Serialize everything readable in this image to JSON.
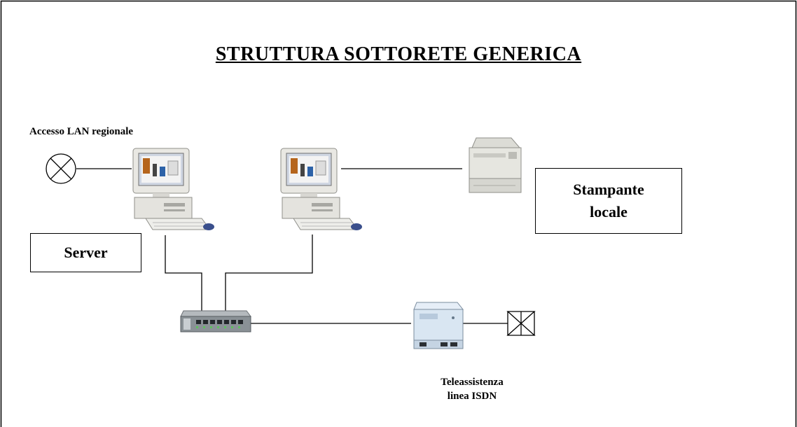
{
  "title": "STRUTTURA SOTTORETE GENERICA",
  "labels": {
    "lan_access": "Accesso LAN regionale",
    "server": "Server",
    "printer_line1": "Stampante",
    "printer_line2": "locale",
    "tele_line1": "Teleassistenza",
    "tele_line2": "linea ISDN"
  },
  "icons": {
    "lan_access": "crossed-circle-icon",
    "isdn_endpoint": "bowtie-terminal-icon",
    "workstation": "desktop-computer-icon",
    "printer": "laser-printer-icon",
    "switch": "network-switch-icon",
    "modem": "isdn-modem-icon"
  },
  "colors": {
    "line": "#000000",
    "device_body": "#e6e6e2",
    "screen": "#d8dde6",
    "mouse": "#3a4f8c",
    "switch_body": "#8a9196",
    "modem_body": "#d9e6f2"
  }
}
